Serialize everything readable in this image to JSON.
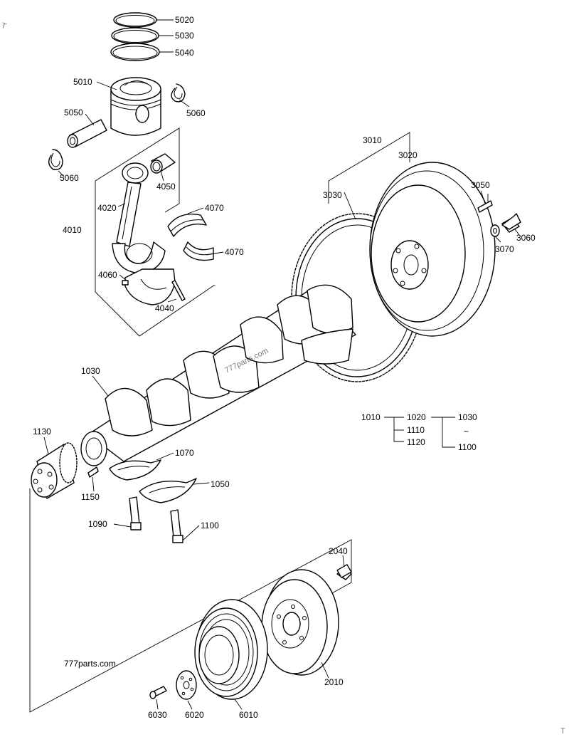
{
  "callouts": {
    "c5020": "5020",
    "c5030": "5030",
    "c5040": "5040",
    "c5010": "5010",
    "c5050": "5050",
    "c5060a": "5060",
    "c5060b": "5060",
    "c4050": "4050",
    "c4020": "4020",
    "c4010": "4010",
    "c4070a": "4070",
    "c4070b": "4070",
    "c4060": "4060",
    "c4040": "4040",
    "c3010": "3010",
    "c3020": "3020",
    "c3030": "3030",
    "c3050": "3050",
    "c3060": "3060",
    "c3070": "3070",
    "c1030": "1030",
    "c1130": "1130",
    "c1150": "1150",
    "c1070": "1070",
    "c1050": "1050",
    "c1090": "1090",
    "c1100": "1100",
    "c2040": "2040",
    "c2010": "2010",
    "c6030": "6030",
    "c6020": "6020",
    "c6010": "6010"
  },
  "tree": {
    "root": "1010",
    "n1020": "1020",
    "n1110": "1110",
    "n1120": "1120",
    "n1030": "1030",
    "n1100": "1100",
    "tilde": "~"
  },
  "watermarks": {
    "site": "777parts.com",
    "diagonal": "777parts.com",
    "corner_tl": "T",
    "corner_br": "T"
  }
}
